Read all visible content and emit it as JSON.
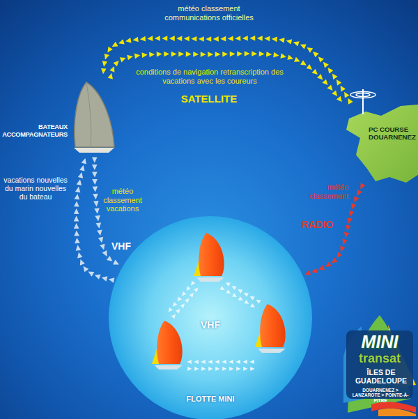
{
  "diagram": {
    "nodes": [
      {
        "text": [
          "BATEAUX ACCOMPAGNATEURS"
        ]
      },
      {
        "text": [
          "PC COURSE DOUARNENEZ"
        ]
      },
      {
        "text": [
          "FLOTTE MINI"
        ]
      },
      {
        "text": [
          "MINI",
          "transat",
          "ÎLES DE GUADELOUPE",
          "DOUARNENEZ > LANZAROTE > POINTE-À-PITRE"
        ]
      }
    ],
    "edges": [
      {
        "from": 1,
        "to": 0,
        "arrow": "to",
        "label": "météo classement communications officielles"
      },
      {
        "from": 0,
        "to": 1,
        "arrow": "to",
        "label": "conditions de navigation retranscription des vacations avec les coureurs"
      },
      {
        "from": 2,
        "to": 0,
        "arrow": "to",
        "label": "vacations nouvelles du marin nouvelles du bateau"
      },
      {
        "from": 0,
        "to": 2,
        "arrow": "to",
        "label": "météo classement vacations"
      },
      {
        "from": 1,
        "to": 2,
        "arrow": "to",
        "label": "météo classement"
      }
    ],
    "labels": [
      "SATELLITE",
      "VHF",
      "RADIO",
      "VHF"
    ]
  }
}
